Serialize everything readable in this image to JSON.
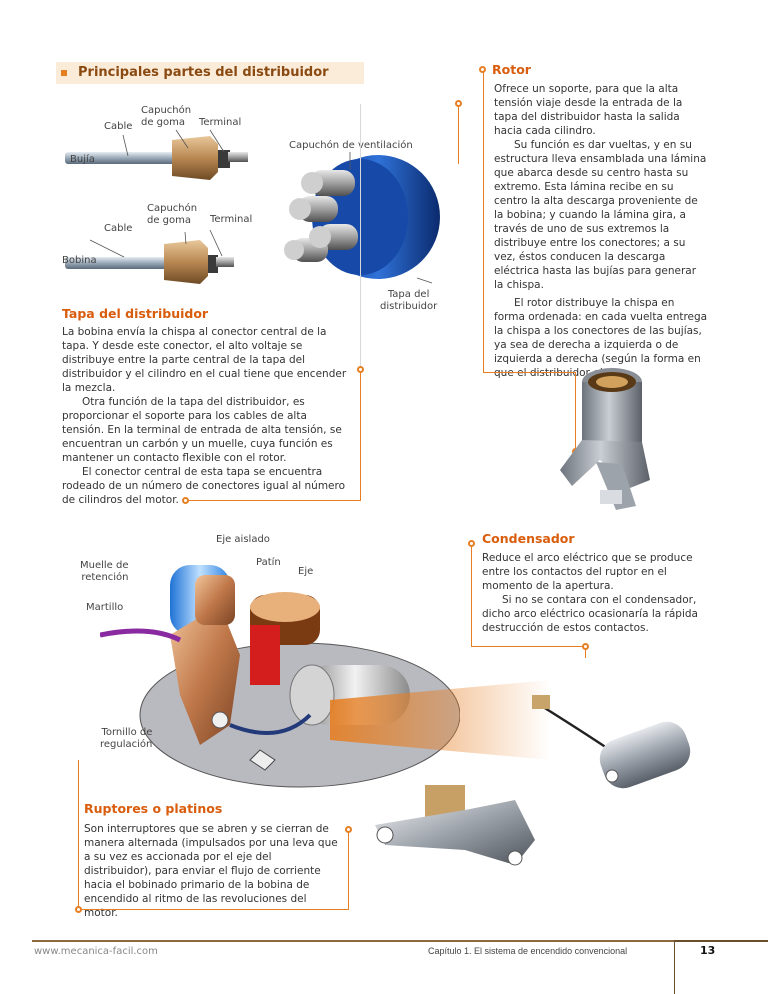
{
  "main_title": "Principales partes del distribuidor",
  "diagram_labels": {
    "capuchon_top": "Capuchón\nde goma",
    "terminal_top": "Terminal",
    "cable_top": "Cable",
    "bujia": "Bujía",
    "capuchon_ventilacion": "Capuchón de ventilación",
    "capuchon_mid": "Capuchón\nde goma",
    "terminal_mid": "Terminal",
    "cable_mid": "Cable",
    "bobina": "Bobina",
    "tapa_label": "Tapa del\ndistribuidor"
  },
  "tapa": {
    "heading": "Tapa del distribuidor",
    "p1": "La bobina envía la chispa al conector central de la tapa. Y desde este conector, el alto voltaje se distribuye entre la parte central de la tapa del distribuidor y el cilindro en el cual tiene que encender la mezcla.",
    "p2": "Otra función de la tapa del distribuidor, es proporcionar el soporte para los cables de alta tensión. En la terminal de entrada de alta tensión, se encuentran un carbón y un muelle, cuya función es mantener un contacto flexible con el rotor.",
    "p3": "El conector central de esta tapa se encuentra rodeado de un número de conectores igual al número de cilindros del motor."
  },
  "rotor": {
    "heading": "Rotor",
    "p1": "Ofrece un soporte, para que la alta tensión viaje desde la entrada de la tapa del distribuidor hasta la salida hacia cada cilindro.",
    "p2": "Su función es dar vueltas, y en su estructura lleva ensamblada una lámina que abarca desde su centro hasta su extremo. Esta lámina recibe en su centro la alta descarga proveniente de la bobina; y cuando la lámina gira, a través de uno de sus extremos la distribuye entre los conectores; a su vez, éstos conducen la descarga eléctrica hasta las bujías para generar la chispa.",
    "p3": "El rotor distribuye la chispa en forma ordenada: en cada vuelta entrega la chispa a los conectores de las bujías, ya sea de derecha a izquierda o de izquierda a derecha (según la forma en que el distribuidor gira)."
  },
  "ruptor_labels": {
    "eje_aislado": "Eje aislado",
    "muelle": "Muelle de\nretención",
    "patin": "Patín",
    "eje": "Eje",
    "martillo": "Martillo",
    "tornillo": "Tornillo de\nregulación"
  },
  "condensador": {
    "heading": "Condensador",
    "p1": "Reduce el arco eléctrico que se produce entre los contactos del ruptor en el momento de la apertura.",
    "p2": "Si no se contara con el condensador, dicho arco eléctrico ocasionaría la rápida destrucción de estos contactos."
  },
  "ruptores": {
    "heading": "Ruptores o platinos",
    "p1": "Son interruptores que se abren y se cierran de manera alternada (impulsados por una leva que a su vez es accionada por el eje del distribuidor), para enviar el flujo de corriente hacia el bobinado primario de la bobina de encendido al ritmo de las revoluciones del motor."
  },
  "footer": {
    "website": "www.mecanica-facil.com",
    "chapter": "Capítulo 1. El sistema de encendido convencional",
    "page_number": "13"
  },
  "colors": {
    "accent": "#e67e22",
    "heading": "#d95d0c",
    "title_bar": "#faecd8",
    "footer_bar": "#8c6a3e"
  }
}
